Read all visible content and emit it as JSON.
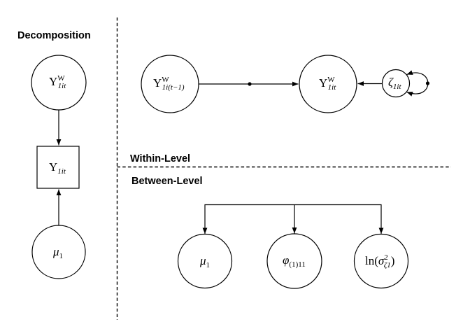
{
  "colors": {
    "ink": "#000000",
    "background": "#ffffff"
  },
  "headers": {
    "decomposition": "Decomposition",
    "within_level": "Within-Level",
    "between_level": "Between-Level"
  },
  "decomposition": {
    "y_within": {
      "base": "Y",
      "sup": "W",
      "sub": "1it"
    },
    "y_observed": {
      "base": "Y",
      "sub": "1it"
    },
    "mu": {
      "base": "μ",
      "sub": "1"
    }
  },
  "within": {
    "y_lag": {
      "base": "Y",
      "sup": "W",
      "sub": "1i(t−1)"
    },
    "y_current": {
      "base": "Y",
      "sup": "W",
      "sub": "1it"
    },
    "zeta": {
      "base": "ζ",
      "sub": "1it"
    }
  },
  "between": {
    "mu": {
      "base": "μ",
      "sub": "1"
    },
    "phi": {
      "base": "φ",
      "sub": "(1)11"
    },
    "ln_sigma": {
      "prefix": "ln(",
      "base": "σ",
      "sup": "2",
      "sub": "ζ1",
      "suffix": ")"
    }
  }
}
